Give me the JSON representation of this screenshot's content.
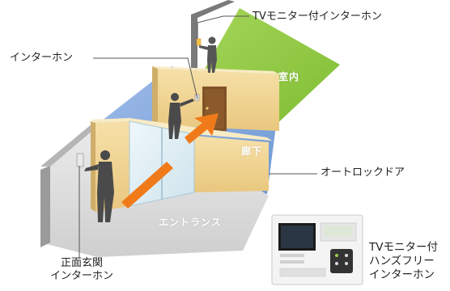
{
  "diagram": {
    "labels": {
      "tv_monitor_intercom": "TVモニター付インターホン",
      "intercom": "インターホン",
      "auto_lock_door": "オートロックドア",
      "front_entrance_intercom_line1": "正面玄関",
      "front_entrance_intercom_line2": "インターホン",
      "handsfree_line1": "TVモニター付",
      "handsfree_line2": "ハンズフリー",
      "handsfree_line3": "インターホン"
    },
    "zones": {
      "indoor": "室内",
      "corridor": "廊下",
      "entrance": "エントランス"
    },
    "colors": {
      "indoor_floor": "#8cc63f",
      "corridor_floor": "#7fa6dc",
      "entrance_floor": "#d9d9d9",
      "wall_beige": "#f2d79b",
      "arrow_orange": "#f07a1a",
      "door_brown": "#8a5a2b"
    },
    "icons": [
      "person-icon",
      "intercom-panel-icon",
      "arrow-icon"
    ]
  }
}
